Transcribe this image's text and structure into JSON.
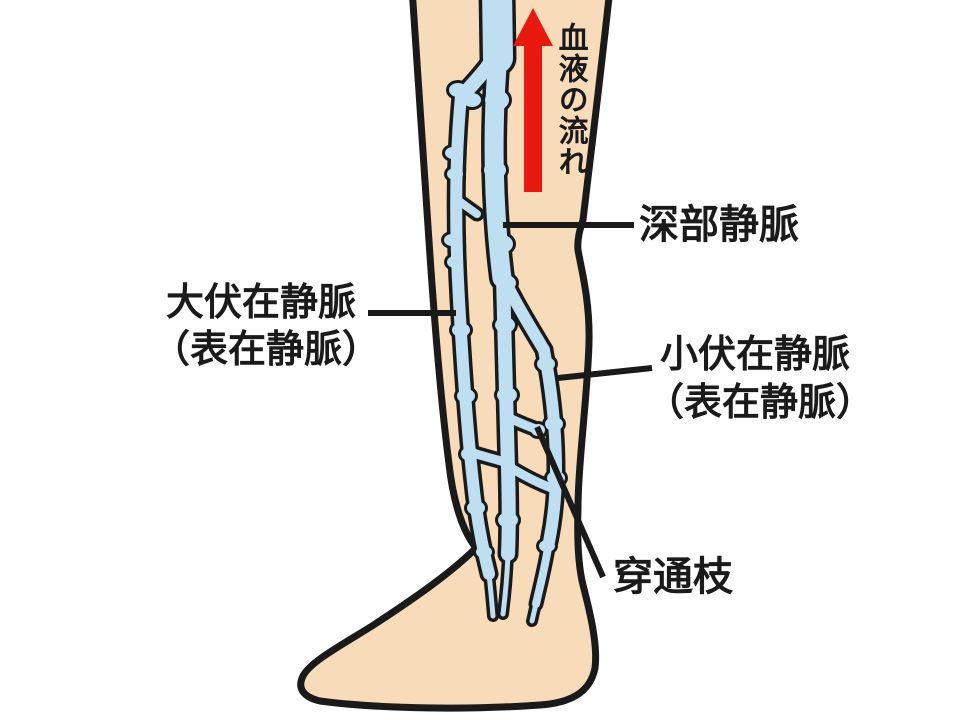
{
  "figure": {
    "kind": "leg-vein-anatomy-diagram",
    "orientation": "lower leg with foot pointing left, blood flow arrow pointing up"
  },
  "labels": {
    "blood_flow": "血液の流れ",
    "deep_vein": "深部静脈",
    "great_saphenous": {
      "line1": "大伏在静脈",
      "line2": "（表在静脈）"
    },
    "small_saphenous": {
      "line1": "小伏在静脈",
      "line2": "（表在静脈）"
    },
    "perforator": "穿通枝"
  },
  "colors": {
    "skin": "#f8dcba",
    "vein_fill": "#bedff2",
    "outline": "#1a1a1a",
    "arrow_red": "#e8190f",
    "label_text": "#1a1a1a",
    "background": "#ffffff"
  },
  "icons": {
    "flow_arrow": "up-arrow"
  }
}
